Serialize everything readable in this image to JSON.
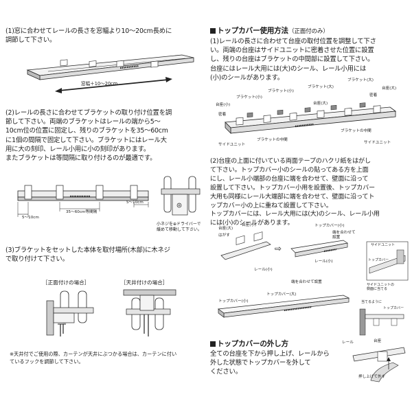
{
  "left": {
    "step1": "(1)窓に合わせてレールの長さを窓幅より10～20cm長めに\n調節して下さい。",
    "step1_dim": "窓幅＋10～20cm",
    "step2": "(2)レールの長さに合わせてブラケットの取り付け位置を調\n節して下さい。両端のブラケットはレールの端から5～\n10cm位の位置に固定し、残りのブラケットを35～60cm\nに1個の間隔で固定して下さい。ブラケットにはレール大\n用に大の刻印、レール小用に小の刻印があります。\nまたブラケットは等間隔に取り付けるのが最適です。",
    "step2_dim_left": "5～10cm",
    "step2_dim_mid": "35～60cm等間隔",
    "step2_dim_right": "5～10cm",
    "step2_note": "小ネジを⊕ドライバーで\n緩めて移動して下さい。",
    "step3": "(3)ブラケットをセットした本体を取付場所(木部)に木ネジ\nで取り付けて下さい。",
    "front_label": "［正面付けの場合］",
    "ceiling_label": "［天井付けの場合］",
    "footnote": "※天井付でご使用の際、カーテンが天井にぶつかる場合は、カーテンに付い\nているフックを調節して下さい。"
  },
  "right": {
    "cover_heading": "トップカバー使用方法",
    "cover_heading_sub": "（正面付のみ）",
    "step1": "(1)レールの長さに合わせて台座の取付位置を調整して下さ\nい。両端の台座はサイドユニットに密着させた位置に設置\nし、残りの台座はブラケットの中間部に設置して下さい。\n台座にはレール大用には(大)のシール、レール小用には\n(小)のシールがあります。",
    "diagram1": {
      "bracket_small_1": "ブラケット(小)",
      "bracket_small_2": "ブラケット(小)",
      "bracket_large_1": "ブラケット(大)",
      "bracket_large_2": "ブラケット(大)",
      "mount_small": "台座(小)",
      "mount_large_1": "台座(大)",
      "mount_large_2": "台座(大)",
      "contact_1": "密着",
      "contact_2": "密着",
      "side_unit_left": "サイドユニット",
      "side_unit_right": "サイドユニット",
      "middle_1": "ブラケットの中間",
      "middle_2": "ブラケットの中間"
    },
    "step2": "(2)台座の上面に付いている両面テープのハクリ紙をはがし\nて下さい。トップカバー小のシールの貼ってある方を上面\nにし、レール小端部の台座に端を合わせて、壁面に沿って\n設置して下さい。トップカバー小用を設置後、トップカバー\n大用も同様にレール大端部に端を合わせて、壁面に沿ってト\nップカバー小の上に重ねて設置して下さい。\nトップカバーには、レール大用には(大)のシール、レール小用\nには(小)のシールがあります。",
    "diagram2": {
      "mount_small": "台座(小)",
      "mount_large": "台座(大)",
      "peel": "はがす",
      "top_cover_small": "トップカバー(小)",
      "align_end": "端を合わせて\n設置",
      "rail_small": "レール(小)",
      "side_unit": "サイドユニット",
      "top_cover": "トップカバー",
      "side_unit_note": "サイドユニットの\n側面に当てる",
      "align_end_2": "端を合わせて設置",
      "top_cover_large": "トップカバー(大)",
      "top_cover_small_2": "トップカバー(小)",
      "touch": "当てるように",
      "top_cover_2": "トップカバー"
    },
    "remove_heading": "トップカバーの外し方",
    "remove_text": "全ての台座を下から押し上げ、レールから\n外した状態でトップカバーを外して\nください。",
    "remove_rail": "レール",
    "remove_mount": "台座",
    "remove_push": "押し上げて外す"
  }
}
